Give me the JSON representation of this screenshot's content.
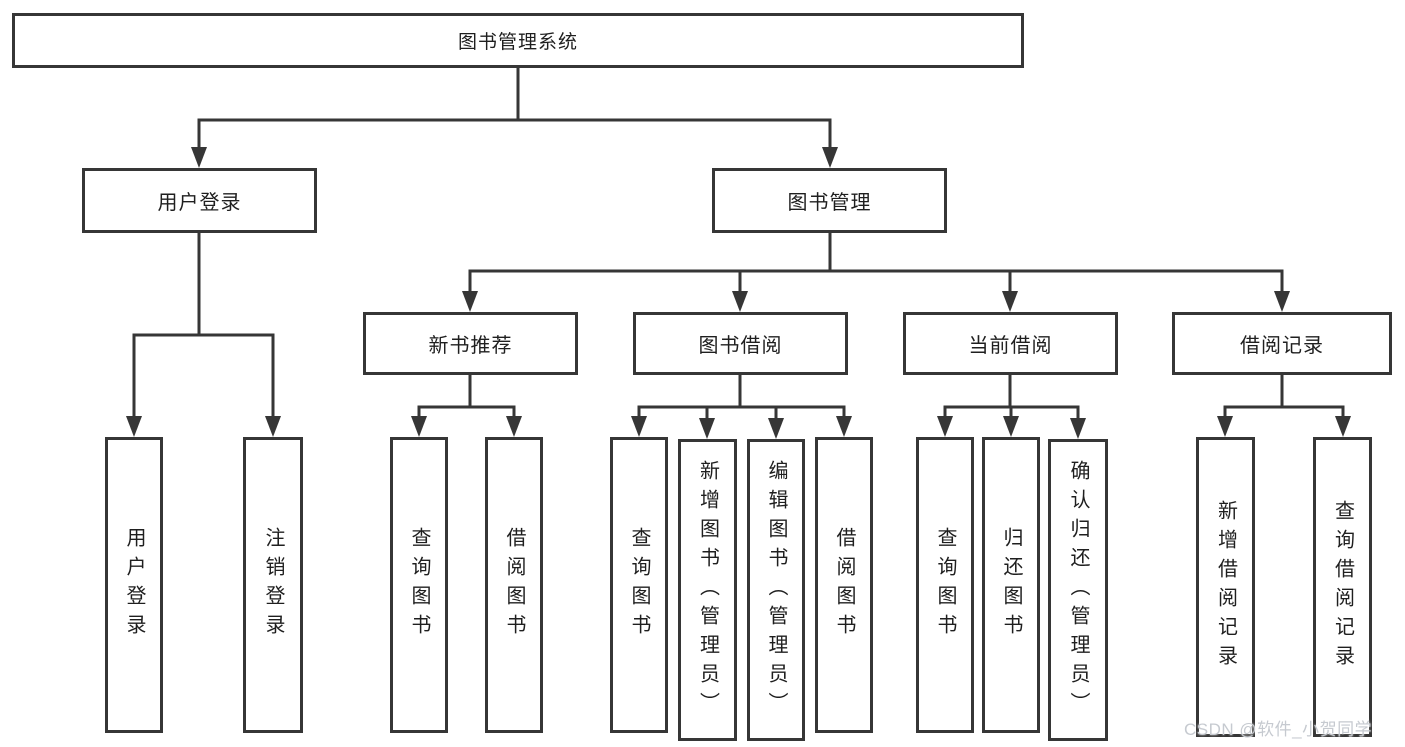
{
  "tree": {
    "root": {
      "label": "图书管理系统",
      "children": [
        {
          "label": "用户登录",
          "children": [
            {
              "label": "用户登录"
            },
            {
              "label": "注销登录"
            }
          ]
        },
        {
          "label": "图书管理",
          "children": [
            {
              "label": "新书推荐",
              "children": [
                {
                  "label": "查询图书"
                },
                {
                  "label": "借阅图书"
                }
              ]
            },
            {
              "label": "图书借阅",
              "children": [
                {
                  "label": "查询图书"
                },
                {
                  "label": "新增图书（管理员）"
                },
                {
                  "label": "编辑图书（管理员）"
                },
                {
                  "label": "借阅图书"
                }
              ]
            },
            {
              "label": "当前借阅",
              "children": [
                {
                  "label": "查询图书"
                },
                {
                  "label": "归还图书"
                },
                {
                  "label": "确认归还（管理员）"
                }
              ]
            },
            {
              "label": "借阅记录",
              "children": [
                {
                  "label": "新增借阅记录"
                },
                {
                  "label": "查询借阅记录"
                }
              ]
            }
          ]
        }
      ]
    }
  },
  "watermark": {
    "text": "CSDN @软件_小贺同学"
  },
  "colors": {
    "line": "#363636",
    "text": "#1f1f1f",
    "background": "#ffffff",
    "watermark": "#c6cad0"
  }
}
